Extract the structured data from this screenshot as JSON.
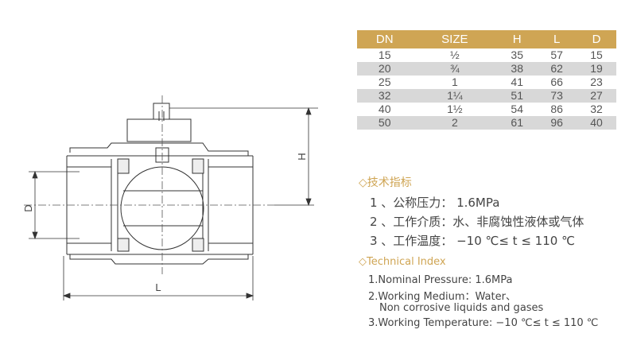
{
  "table": {
    "headers": [
      "DN",
      "SIZE",
      "H",
      "L",
      "D"
    ],
    "rows": [
      [
        "15",
        "½",
        "35",
        "57",
        "15"
      ],
      [
        "20",
        "¾",
        "38",
        "62",
        "19"
      ],
      [
        "25",
        "1",
        "41",
        "66",
        "23"
      ],
      [
        "32",
        "1¼",
        "51",
        "73",
        "27"
      ],
      [
        "40",
        "1½",
        "54",
        "86",
        "32"
      ],
      [
        "50",
        "2",
        "61",
        "96",
        "40"
      ]
    ]
  },
  "tech_cn": {
    "heading": "◇技术指标",
    "lines": [
      "1 、公称压力： 1.6MPa",
      "2 、工作介质：水、非腐蚀性液体或气体",
      "3 、工作温度： −10 ℃≤ t ≤ 110 ℃"
    ]
  },
  "tech_en": {
    "heading": "◇Technical Index",
    "lines": [
      "1.Nominal Pressure: 1.6MPa",
      "2.Working Medium：Water、",
      "Non corrosive liquids and gases",
      "3.Working Temperature: −10 ℃≤ t ≤ 110 ℃"
    ]
  },
  "drawing": {
    "label_d": "D",
    "label_h": "H",
    "label_l": "L"
  },
  "colors": {
    "accent": "#cfa554",
    "row_stripe": "#d8d8d8"
  }
}
